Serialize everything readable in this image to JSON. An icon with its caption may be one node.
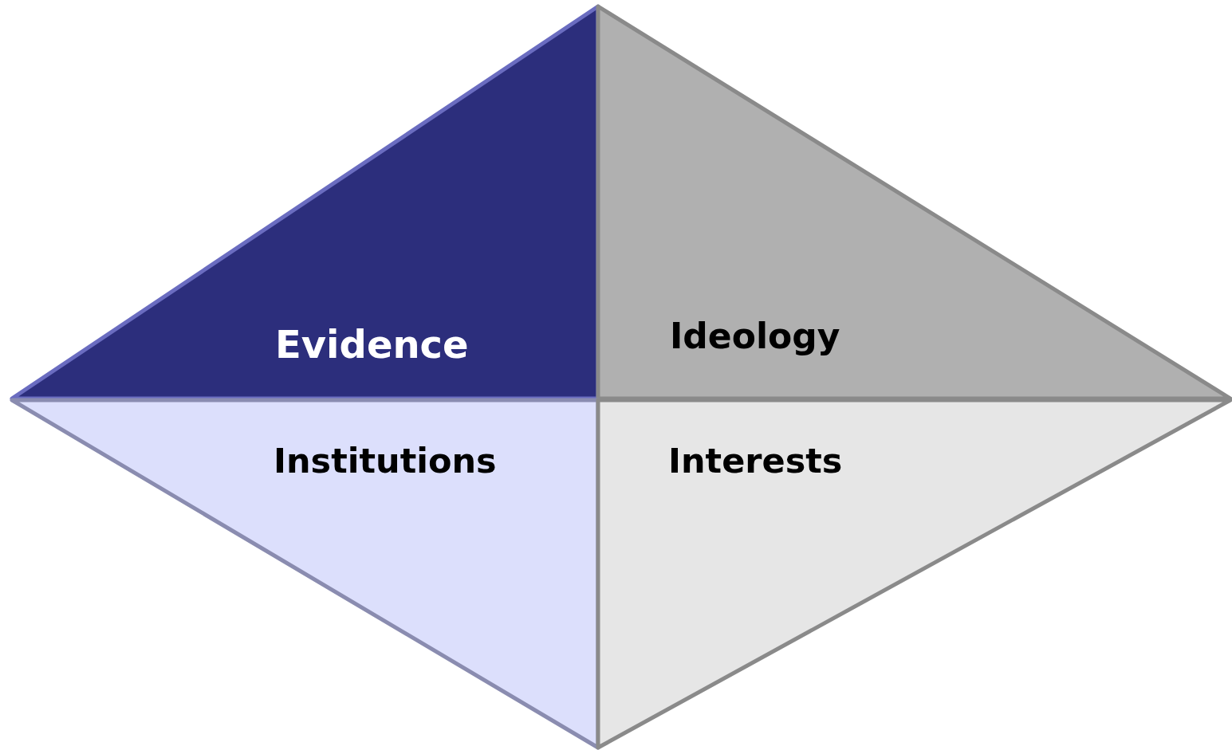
{
  "diagram": {
    "nodes": [
      {
        "text": [
          "Evidence"
        ]
      },
      {
        "text": [
          "Ideology"
        ]
      },
      {
        "text": [
          "Institutions"
        ]
      },
      {
        "text": [
          "Interests"
        ]
      }
    ]
  }
}
